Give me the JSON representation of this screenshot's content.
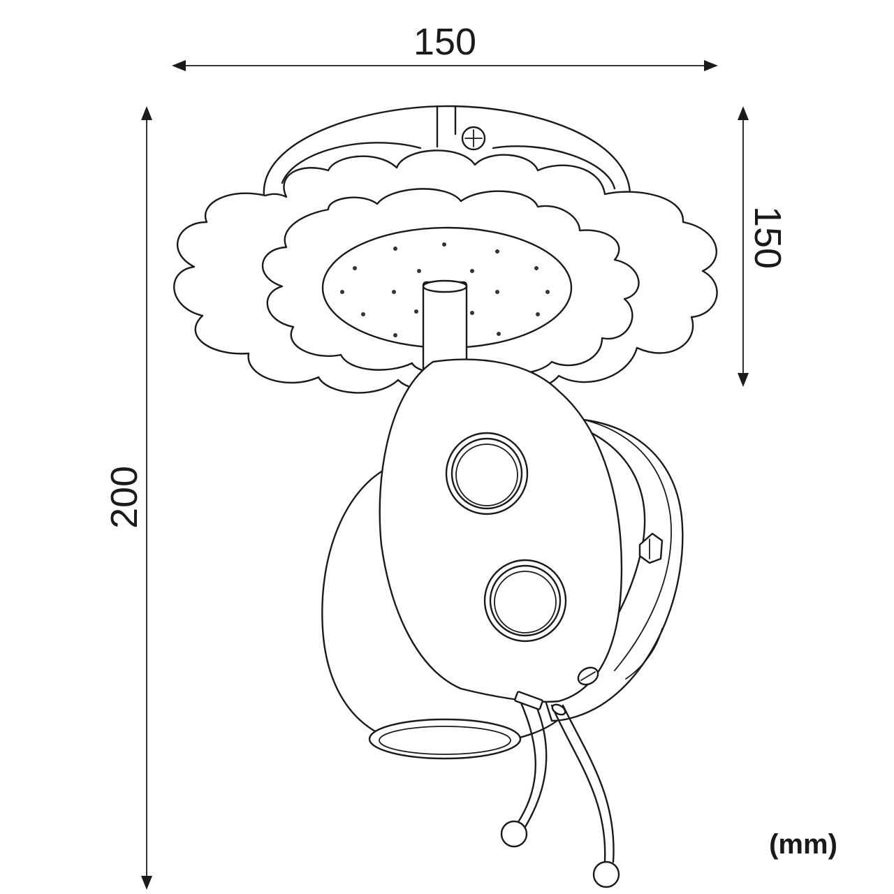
{
  "dimensions": {
    "width_label": "150",
    "depth_label": "150",
    "height_label": "200",
    "unit_label": "(mm)"
  },
  "colors": {
    "line": "#1a1a1a",
    "background": "#ffffff"
  }
}
